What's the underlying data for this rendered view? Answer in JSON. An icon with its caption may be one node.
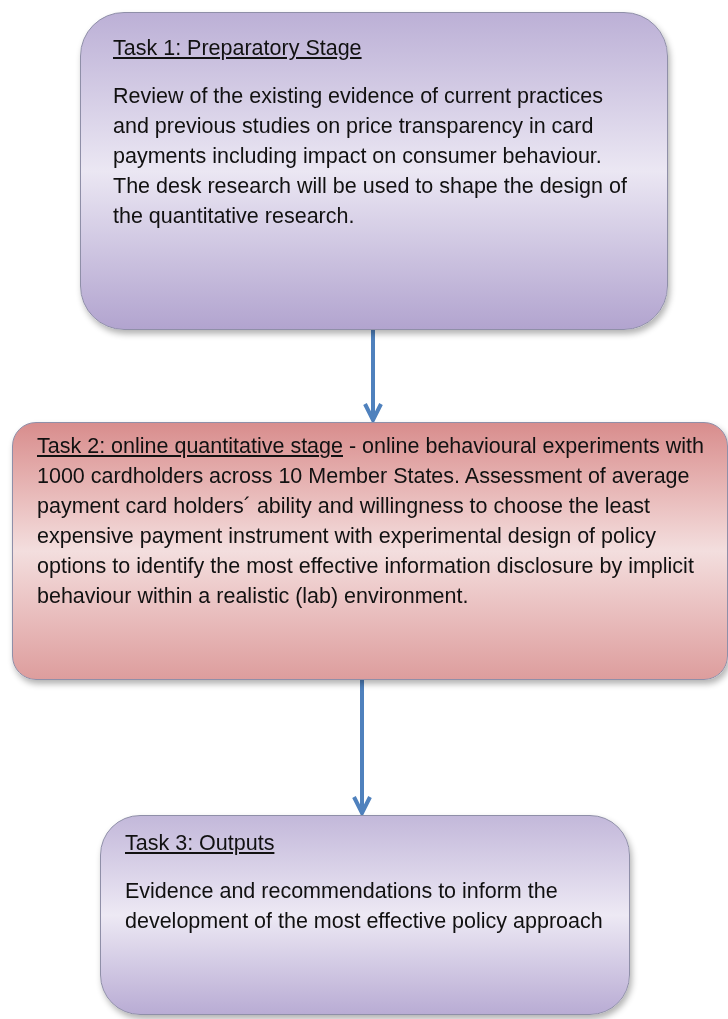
{
  "diagram": {
    "nodes": [
      {
        "text": [
          "Task 1: Preparatory Stage",
          "Review of the existing  evidence of current practices and previous studies on price transparency in card payments including impact on consumer behaviour. The desk research will be used to shape the design of the quantitative research."
        ]
      },
      {
        "text": [
          "Task 2: online quantitative stage",
          "- online behavioural experiments with 1000 cardholders across 10 Member States. Assessment of average payment card holders´ ability and willingness to choose the least expensive payment instrument with experimental design of policy options to identify the most effective information disclosure by implicit behaviour within a realistic (lab) environment."
        ]
      },
      {
        "text": [
          "Task 3: Outputs",
          "Evidence and recommendations to inform the development of the most effective policy approach"
        ]
      }
    ],
    "edges": [
      {
        "from": 0,
        "to": 1,
        "arrow": "to"
      },
      {
        "from": 1,
        "to": 2,
        "arrow": "to"
      }
    ]
  }
}
